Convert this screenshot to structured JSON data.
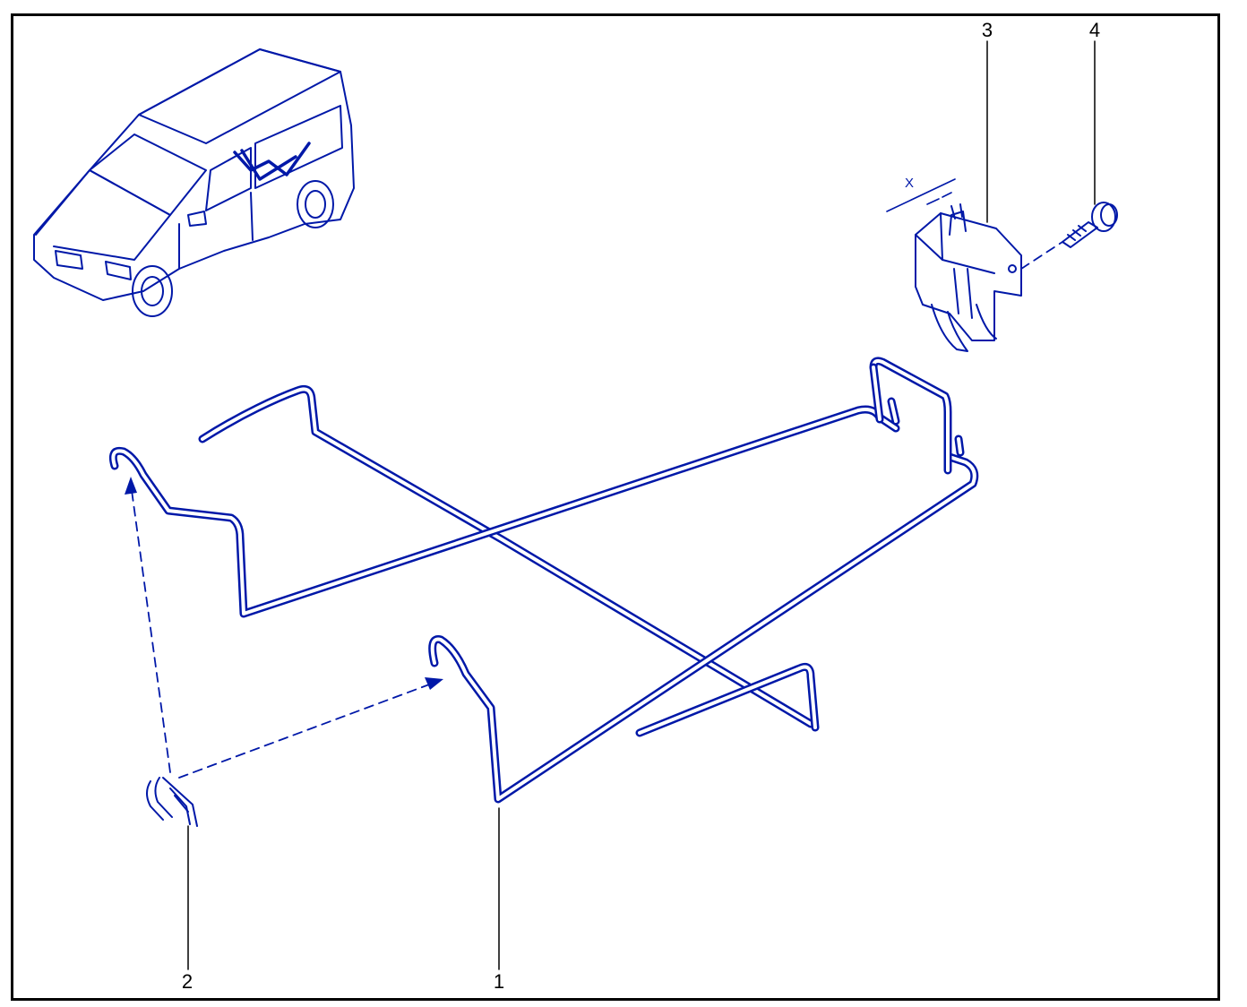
{
  "colors": {
    "line": "#0018a8",
    "border": "#000000",
    "background": "#ffffff"
  },
  "callouts": {
    "c1": "1",
    "c2": "2",
    "c3": "3",
    "c4": "4"
  },
  "dimension_label": "X"
}
